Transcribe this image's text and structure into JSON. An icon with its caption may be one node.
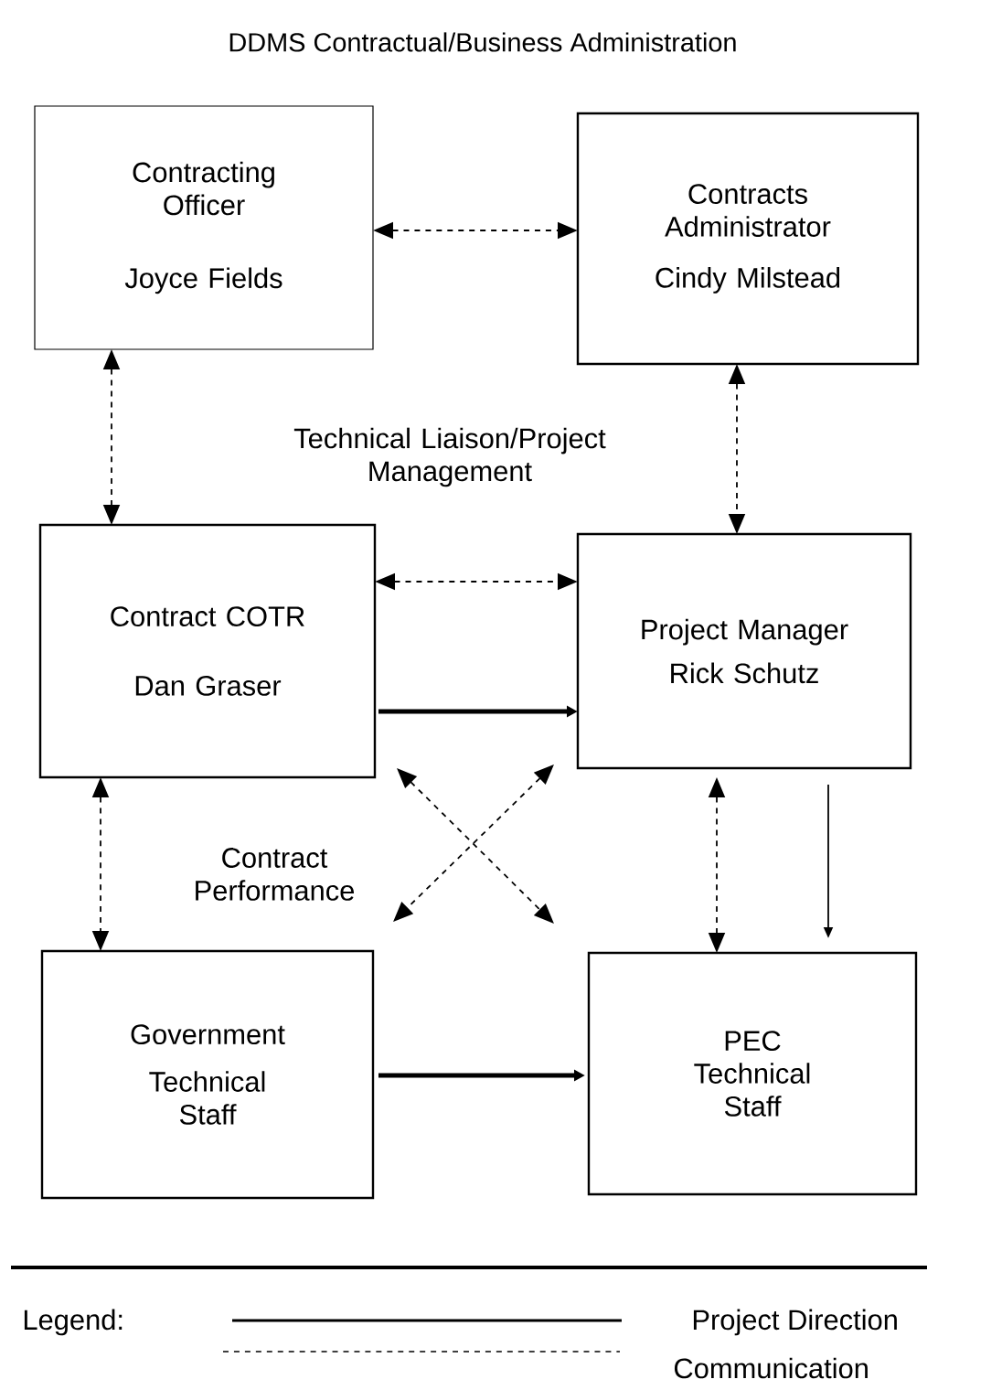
{
  "diagram": {
    "title": "DDMS Contractual/Business Administration",
    "nodes": [
      {
        "text": [
          "Contracting Officer",
          "Joyce Fields"
        ]
      },
      {
        "text": [
          "Contracts Administrator",
          "Cindy Milstead"
        ]
      },
      {
        "text": [
          "Contract COTR",
          "Dan Graser"
        ]
      },
      {
        "text": [
          "Project Manager",
          "Rick Schutz"
        ]
      },
      {
        "text": [
          "Government",
          "Technical Staff"
        ]
      },
      {
        "text": [
          "PEC Technical Staff"
        ]
      }
    ],
    "edges": [
      {
        "from": 0,
        "to": 1,
        "arrow": "both",
        "style": "dashed"
      },
      {
        "from": 0,
        "to": 2,
        "arrow": "both",
        "style": "dashed"
      },
      {
        "from": 1,
        "to": 3,
        "arrow": "both",
        "style": "dashed"
      },
      {
        "from": 2,
        "to": 3,
        "arrow": "both",
        "style": "dashed"
      },
      {
        "from": 2,
        "to": 3,
        "arrow": "to",
        "style": "thick"
      },
      {
        "from": 2,
        "to": 5,
        "arrow": "both",
        "style": "dashed"
      },
      {
        "from": 3,
        "to": 4,
        "arrow": "both",
        "style": "dashed"
      },
      {
        "from": 2,
        "to": 4,
        "arrow": "both",
        "style": "dashed"
      },
      {
        "from": 3,
        "to": 5,
        "arrow": "both",
        "style": "dashed"
      },
      {
        "from": 3,
        "to": 5,
        "arrow": "to"
      },
      {
        "from": 4,
        "to": 5,
        "arrow": "to",
        "style": "thick"
      }
    ],
    "labels": [
      "Technical Liaison/Project Management",
      "Contract Performance",
      "Legend:"
    ],
    "legend": [
      {
        "text": "Project Direction"
      },
      {
        "text": "Communication"
      }
    ]
  }
}
